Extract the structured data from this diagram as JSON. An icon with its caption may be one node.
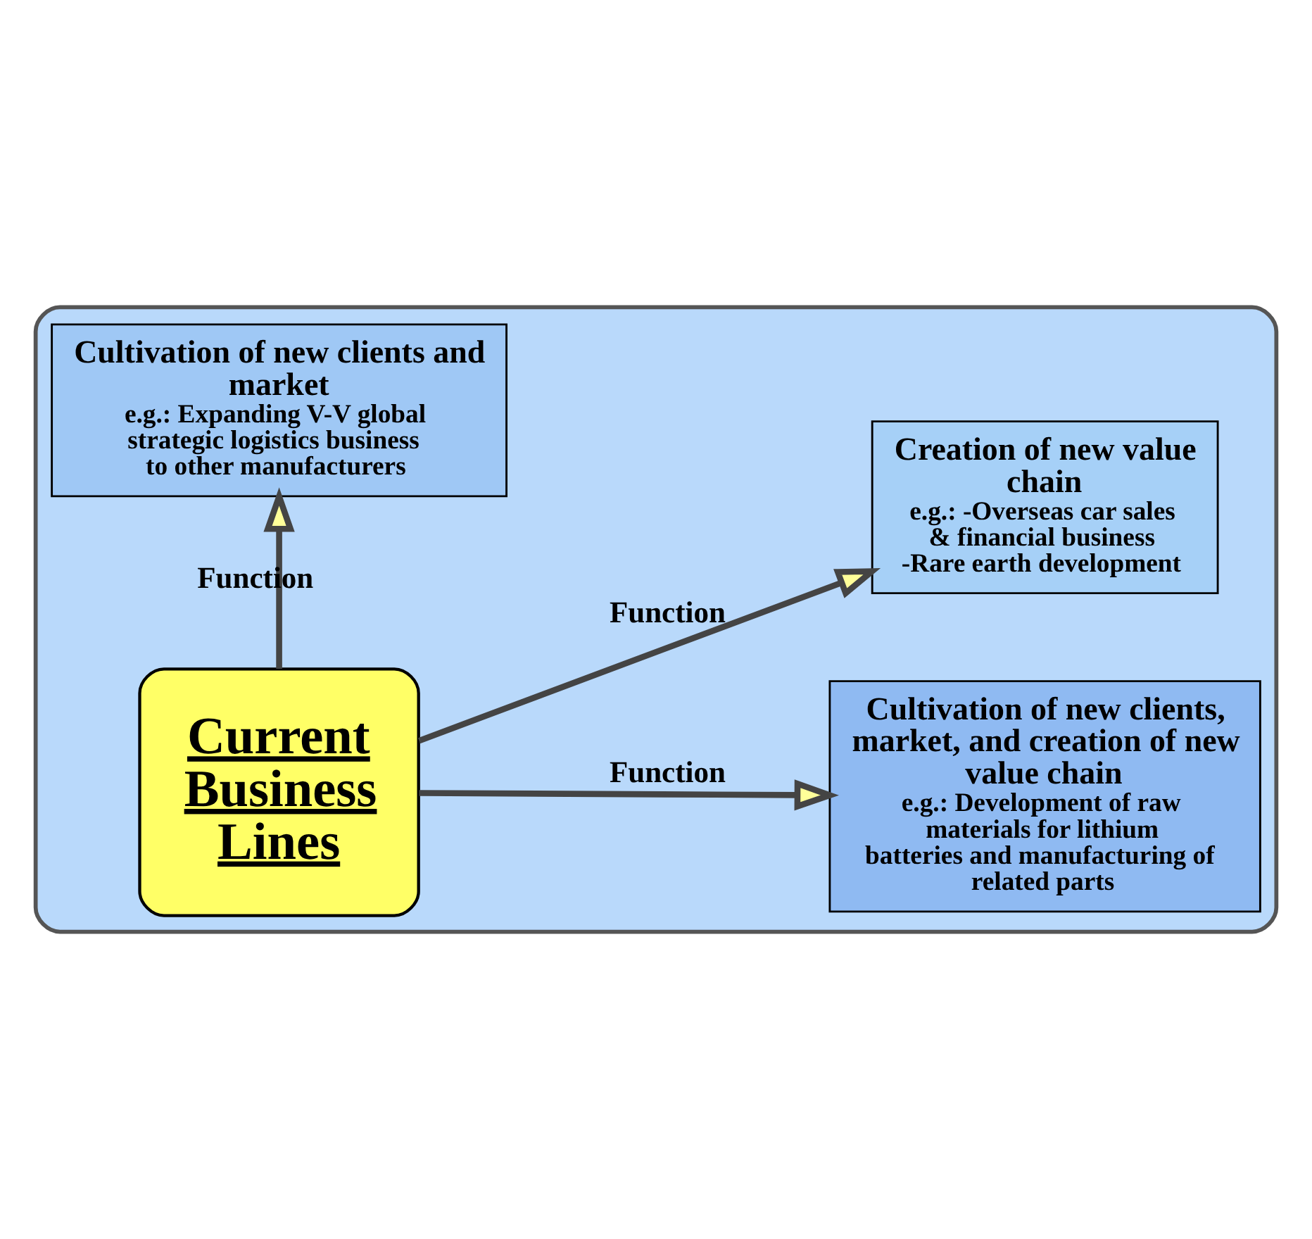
{
  "diagram": {
    "nodes": [
      {
        "text": [],
        "shape": "box"
      },
      {
        "text": [
          "Cultivation of new clients and market",
          "e.g.: Expanding V-V global strategic logistics business to other manufacturers"
        ],
        "in": 0
      },
      {
        "text": [
          "Cultivation of new clients, market, and creation of new value chain",
          "e.g.: Development of raw materials for lithium batteries and manufacturing of related parts"
        ],
        "in": 0
      },
      {
        "text": [
          "Current Business Lines"
        ],
        "in": 0
      },
      {
        "text": [
          "Creation of new value chain",
          "e.g.: -Overseas car sales & financial business",
          "-Rare earth development"
        ],
        "in": 0
      }
    ],
    "edges": [
      {
        "from": 3,
        "to": 1,
        "arrow": "to",
        "label": "Function"
      },
      {
        "from": 3,
        "to": 2,
        "arrow": "to",
        "label": "Function"
      },
      {
        "from": 3,
        "to": 4,
        "arrow": "to",
        "label": "Function"
      }
    ]
  }
}
